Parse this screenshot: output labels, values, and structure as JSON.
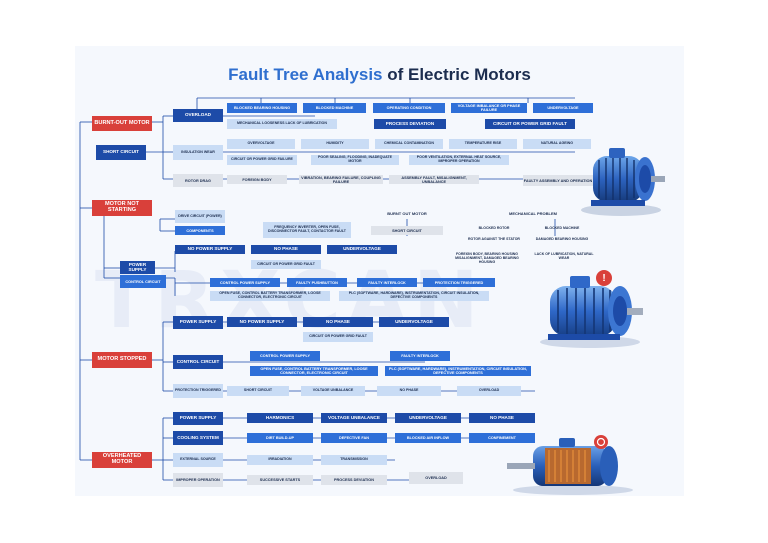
{
  "title": {
    "part1": "Fault Tree Analysis",
    "part2": " of Electric Motors"
  },
  "watermark": "TRXCAN",
  "colors": {
    "red": "#d9403a",
    "navy": "#1d4ba8",
    "blue": "#2e6fd8",
    "light": "#c9dcf5",
    "line": "#1d4ba8",
    "title_blue": "#2f6fcf"
  },
  "sections": {
    "burnout": {
      "label": "BURNT-OUT MOTOR",
      "overload": "OVERLOAD",
      "overload_causes": [
        "BLOCKED BEARING HOUSING",
        "BLOCKED MACHINE",
        "OPERATING CONDITION",
        "VOLTAGE IMBALANCE OR PHASE FAILURE",
        "UNDERVOLTAGE"
      ],
      "overload_sub": [
        "MECHANICAL LOOSENESS LACK OF LUBRICATION",
        "PROCESS DEVIATION",
        "CIRCUIT OR POWER GRID FAULT"
      ],
      "short_circuit": "SHORT CIRCUIT",
      "insulation_wear": "INSULATION WEAR",
      "insulation_causes": [
        "OVERVOLTAGE",
        "HUMIDITY",
        "CHEMICAL CONTAMINATION",
        "TEMPERATURE RISE",
        "NATURAL AGEING"
      ],
      "insulation_sub": [
        "CIRCUIT OR POWER GRID FAILURE",
        "POOR SEALING, FLOODING, INADEQUATE MOTOR",
        "POOR VENTILATION, EXTERNAL HEAT SOURCE, IMPROPER OPERATION"
      ],
      "rotor_drag": "ROTOR DRAG",
      "rotor_causes": [
        "FOREIGN BODY",
        "VIBRATION, BEARING FAILURE, COUPLING FAILURE",
        "ASSEMBLY FAULT, MISALIGNMENT, UNBALANCE",
        "FAULTY ASSEMBLY AND OPERATION"
      ]
    },
    "not_starting": {
      "label": "MOTOR NOT STARTING",
      "drive_circuit": "DRIVE CIRCUIT (POWER)",
      "components": "COMPONENTS",
      "components_detail": "FREQUENCY INVERTER, OPEN FUSE, DISCONNECTOR FAULT, CONTACTOR FAULT",
      "burnout_motor": "BURNT OUT MOTOR",
      "short_circuit": "SHORT CIRCUIT",
      "mech_problem": "MECHANICAL PROBLEM",
      "mech_items": [
        "BLOCKED ROTOR",
        "BLOCKED MACHINE",
        "ROTOR AGAINST THE STATOR",
        "DAMAGED BEARING HOUSING",
        "FOREIGN BODY, BEARING HOUSING MISALIGNMENT, DAMAGED BEARING HOUSING",
        "LACK OF LUBRICATION, NATURAL WEAR"
      ],
      "power_supply": "POWER SUPPLY",
      "power_causes": [
        "NO POWER SUPPLY",
        "NO PHASE",
        "UNDERVOLTAGE"
      ],
      "power_sub": "CIRCUIT OR POWER GRID FAULT",
      "control_circuit": "CONTROL CIRCUIT",
      "control_causes": [
        "CONTROL POWER SUPPLY",
        "FAULTY PUSHBUTTON",
        "FAULTY INTERLOCK",
        "PROTECTION TRIGGERED"
      ],
      "control_sub": [
        "OPEN FUSE, CONTROL BATTERY TRANSFORMER, LOOSE CONNECTOR, ELECTRONIC CIRCUIT",
        "PLC (SOFTWARE, HARDWARE), INSTRUMENTATION, CIRCUIT INSULATION, DEFECTIVE COMPONENTS"
      ]
    },
    "stopped": {
      "label": "MOTOR STOPPED",
      "power_supply": "POWER SUPPLY",
      "power_causes": [
        "NO POWER SUPPLY",
        "NO PHASE",
        "UNDERVOLTAGE"
      ],
      "power_sub": "CIRCUIT OR POWER GRID FAULT",
      "control_circuit": "CONTROL CIRCUIT",
      "control_causes": [
        "CONTROL POWER SUPPLY",
        "FAULTY INTERLOCK"
      ],
      "control_sub": [
        "OPEN FUSE, CONTROL BATTERY TRANSFORMER, LOOSE CONNECTOR, ELECTRONIC CIRCUIT",
        "PLC (SOFTWARE, HARDWARE), INSTRUMENTATION, CIRCUIT INSULATION, DEFECTIVE COMPONENTS"
      ],
      "protection": "PROTECTION TRIGGERED",
      "protection_causes": [
        "SHORT CIRCUIT",
        "VOLTAGE UNBALANCE",
        "NO PHASE",
        "OVERLOAD"
      ]
    },
    "overheated": {
      "label": "OVERHEATED MOTOR",
      "power_supply": "POWER SUPPLY",
      "power_causes": [
        "HARMONICS",
        "VOLTAGE UNBALANCE",
        "UNDERVOLTAGE",
        "NO PHASE"
      ],
      "cooling": "COOLING SYSTEM",
      "cooling_causes": [
        "DIRT BUILD-UP",
        "DEFECTIVE FAN",
        "BLOCKED AIR INFLOW",
        "CONFINEMENT"
      ],
      "external": "EXTERNAL SOURCE",
      "external_causes": [
        "IRRADIATION",
        "TRANSMISSION"
      ],
      "improper": "IMPROPER OPERATION",
      "improper_causes": [
        "SUCCESSIVE STARTS",
        "PROCESS DEVIATION",
        "OVERLOAD"
      ]
    }
  }
}
